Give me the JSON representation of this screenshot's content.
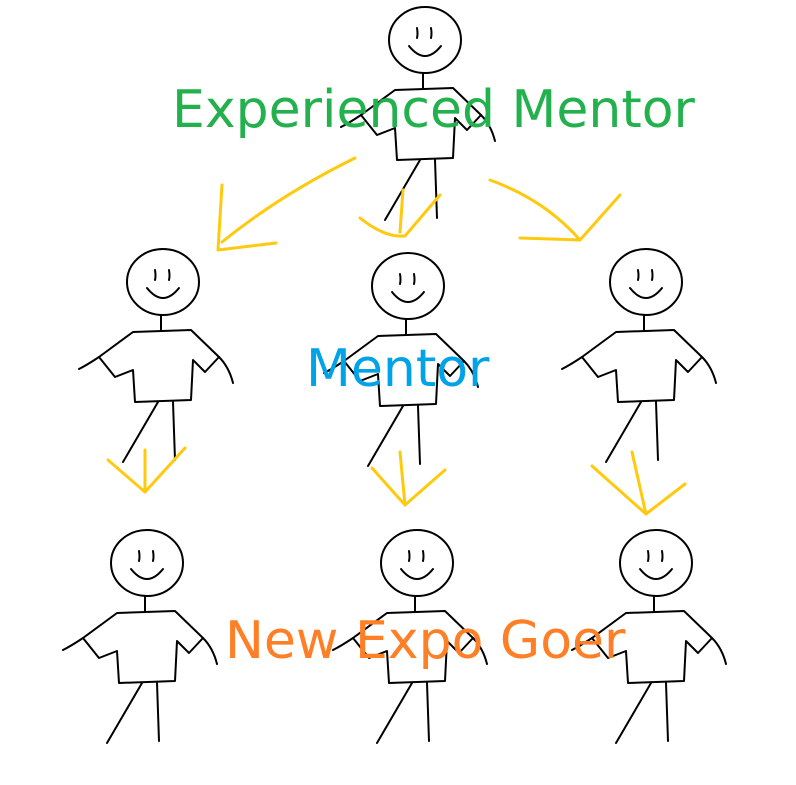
{
  "labels": {
    "experienced_mentor": "Experienced Mentor",
    "mentor": "Mentor",
    "new_expo_goer": "New Expo Goer"
  },
  "colors": {
    "experienced_mentor": "#22b14c",
    "mentor": "#00a2e8",
    "new_expo_goer": "#ff7f27",
    "arrow": "#ffc90e",
    "figure": "#000000"
  },
  "figures": {
    "top_count": 1,
    "middle_count": 3,
    "bottom_count": 3
  },
  "icons": {
    "figure": "stick-figure-icon",
    "arrow": "arrow-down-icon"
  }
}
